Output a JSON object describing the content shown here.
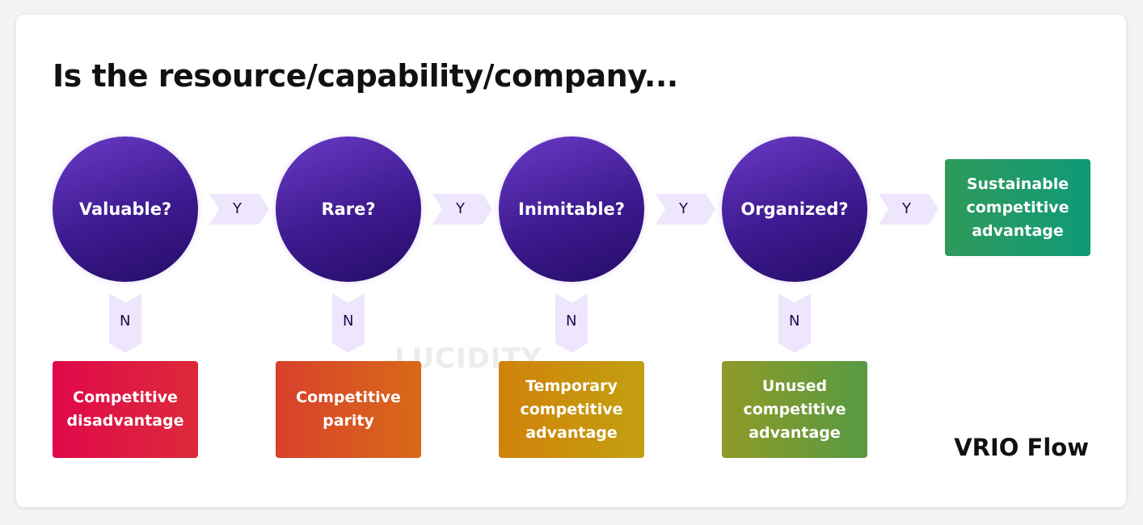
{
  "title": "Is the resource/capability/company...",
  "questions": [
    "Valuable?",
    "Rare?",
    "Inimitable?",
    "Organized?"
  ],
  "yes_label": "Y",
  "no_label": "N",
  "outcomes": [
    {
      "text": "Competitive disadvantage",
      "colors": [
        "#e0084a",
        "#dc2a3a"
      ]
    },
    {
      "text": "Competitive parity",
      "colors": [
        "#d8402c",
        "#d86a18"
      ]
    },
    {
      "text": "Temporary competitive advantage",
      "colors": [
        "#d0820a",
        "#c2a010"
      ]
    },
    {
      "text": "Unused competitive advantage",
      "colors": [
        "#8f9a28",
        "#579a44"
      ]
    }
  ],
  "final": {
    "text": "Sustainable competitive advantage",
    "colors": [
      "#2f9a5a",
      "#0f9a78"
    ]
  },
  "watermark": "LUCIDITY",
  "footer": "VRIO Flow",
  "colors": {
    "circle": "#3d1a8f",
    "arrow": "#ede6fc"
  }
}
